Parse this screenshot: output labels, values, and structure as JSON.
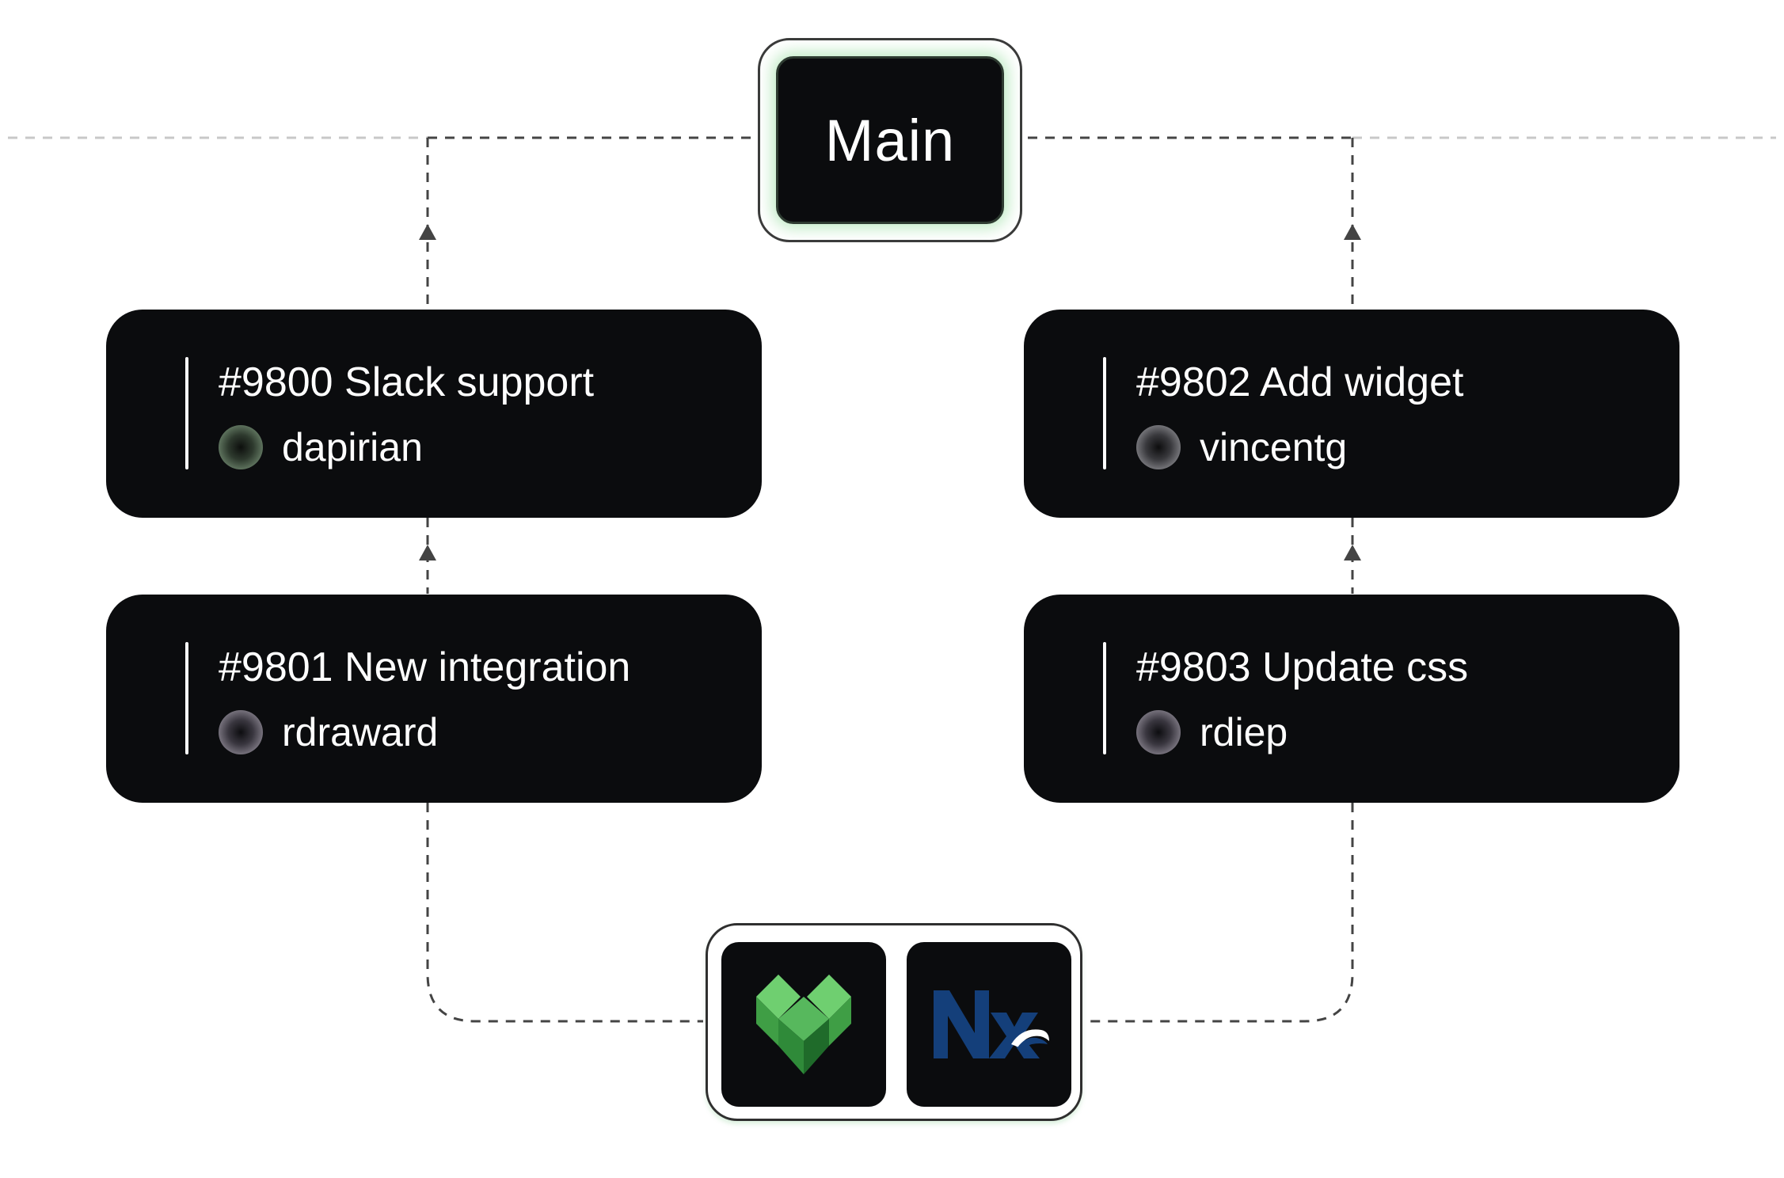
{
  "main": {
    "label": "Main",
    "glow_color": "#7fd68a"
  },
  "pull_requests": [
    {
      "title": "#9800 Slack support",
      "user": "dapirian",
      "avatar_tint": "#6b8f6b"
    },
    {
      "title": "#9801 New integration",
      "user": "rdraward",
      "avatar_tint": "#8a8590"
    },
    {
      "title": "#9802 Add widget",
      "user": "vincentg",
      "avatar_tint": "#8a8a8e"
    },
    {
      "title": "#9803 Update css",
      "user": "rdiep",
      "avatar_tint": "#8a8590"
    }
  ],
  "tools": [
    {
      "name": "green-heart-logo",
      "icon": "heart-cubes-icon",
      "colors": [
        "#6fcf70",
        "#3f9e45",
        "#1f6b2a"
      ]
    },
    {
      "name": "nx-logo",
      "icon": "nx-logo-icon",
      "colors": [
        "#143f7a",
        "#ffffff"
      ]
    }
  ],
  "colors": {
    "card_bg": "#0b0c0e",
    "text": "#ffffff",
    "connector": "#444444"
  }
}
